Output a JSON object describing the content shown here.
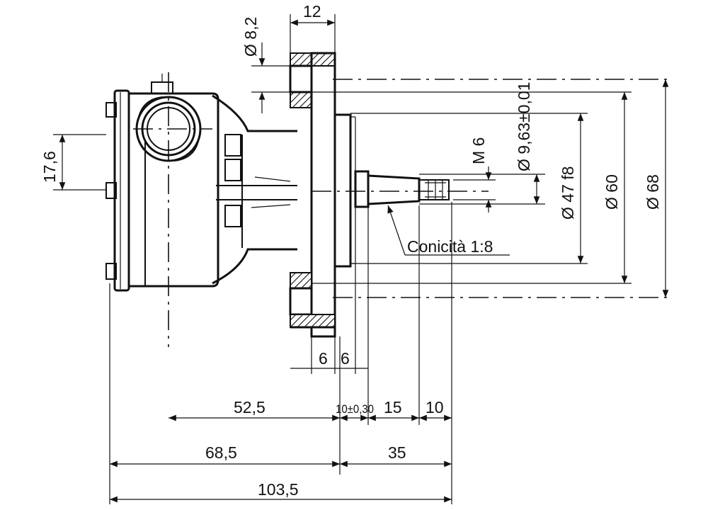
{
  "diagram": {
    "dimensions": {
      "bolt_hole": "Ø 8,2",
      "flange_thickness": "12",
      "height_offset": "17,6",
      "shaft_diameter": "Ø 9,63±0,01",
      "thread": "M 6",
      "spigot": "Ø 47 f8",
      "bolt_circle": "Ø 60",
      "flange_diameter": "Ø 68",
      "taper_note": "Conicità 1:8",
      "spigot_a": "6",
      "spigot_b": "6",
      "len_52_5": "52,5",
      "len_10": "10±0,30",
      "len_15": "15",
      "len_10b": "10",
      "len_68_5": "68,5",
      "len_35": "35",
      "len_total": "103,5"
    }
  }
}
